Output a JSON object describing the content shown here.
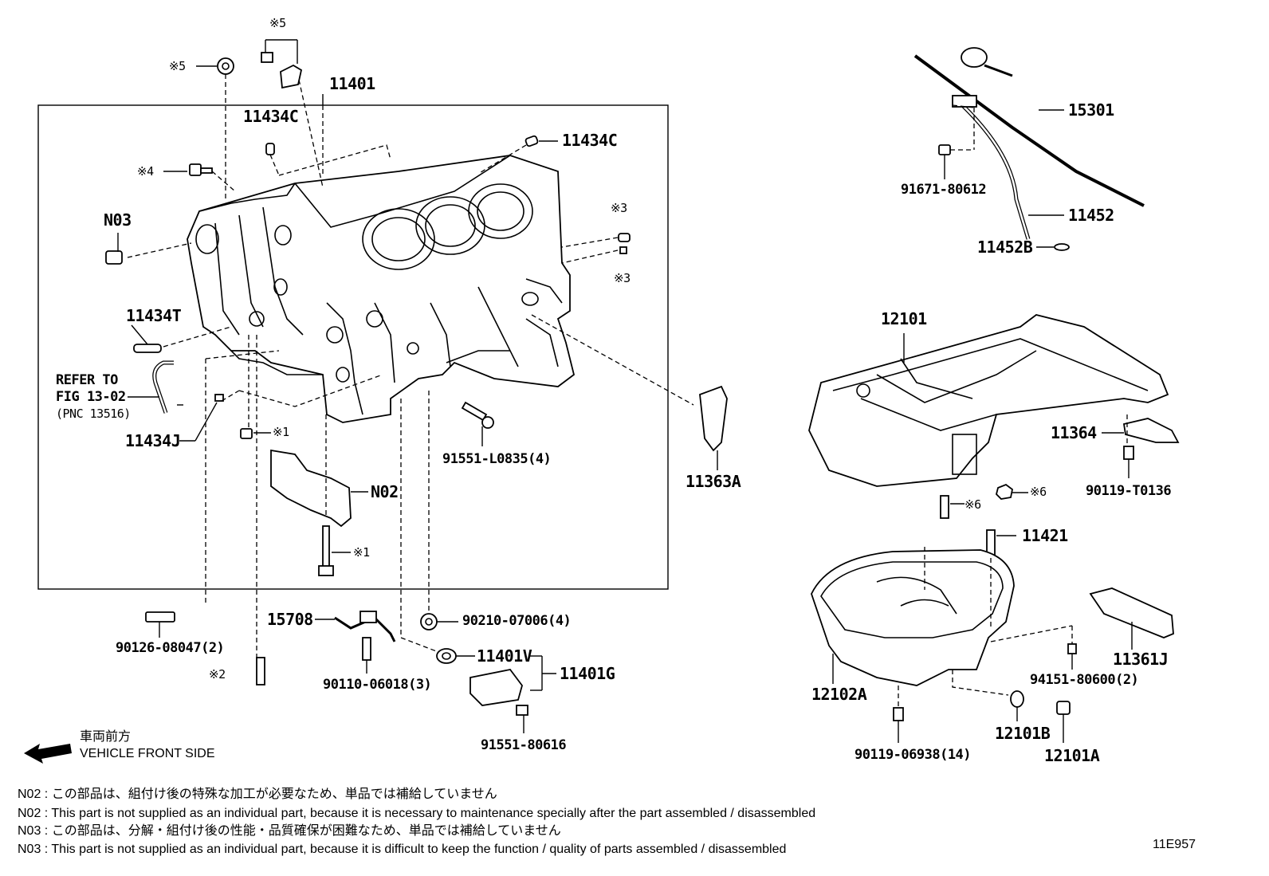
{
  "diagram": {
    "parts": {
      "p11401": "11401",
      "p11434C_a": "11434C",
      "p11434C_b": "11434C",
      "pN03": "N03",
      "p11434T": "11434T",
      "refer_1": "REFER TO",
      "refer_2": "FIG 13-02",
      "refer_3": "(PNC 13516)",
      "p11434J": "11434J",
      "pN02": "N02",
      "p91551_L0835": "91551-L0835(4)",
      "p11363A": "11363A",
      "p90126": "90126-08047(2)",
      "p15708": "15708",
      "p90110": "90110-06018(3)",
      "p90210": "90210-07006(4)",
      "p11401V": "11401V",
      "p11401G": "11401G",
      "p91551_80616": "91551-80616",
      "p15301": "15301",
      "p91671": "91671-80612",
      "p11452": "11452",
      "p11452B": "11452B",
      "p12101": "12101",
      "p11364": "11364",
      "p90119_T0136": "90119-T0136",
      "p11421": "11421",
      "p11361J": "11361J",
      "p94151": "94151-80600(2)",
      "p12102A": "12102A",
      "p90119_06938": "90119-06938(14)",
      "p12101B": "12101B",
      "p12101A": "12101A"
    },
    "refs": {
      "r5_top": "※5",
      "r5_left": "※5",
      "r4": "※4",
      "r3_top": "※3",
      "r3_bot": "※3",
      "r1_a": "※1",
      "r1_b": "※1",
      "r2": "※2",
      "r6_a": "※6",
      "r6_b": "※6"
    },
    "legend": {
      "jp": "車両前方",
      "en": "VEHICLE FRONT SIDE"
    },
    "notes": [
      "N02 : この部品は、組付け後の特殊な加工が必要なため、単品では補給していません",
      "N02 : This part is not supplied as an individual part, because it is necessary to maintenance specially after the part assembled / disassembled",
      "N03 : この部品は、分解・組付け後の性能・品質確保が困難なため、単品では補給していません",
      "N03 : This part is not supplied as an individual part, because it is difficult to keep the function / quality of parts  assembled / disassembled"
    ],
    "figure_code": "11E957"
  }
}
